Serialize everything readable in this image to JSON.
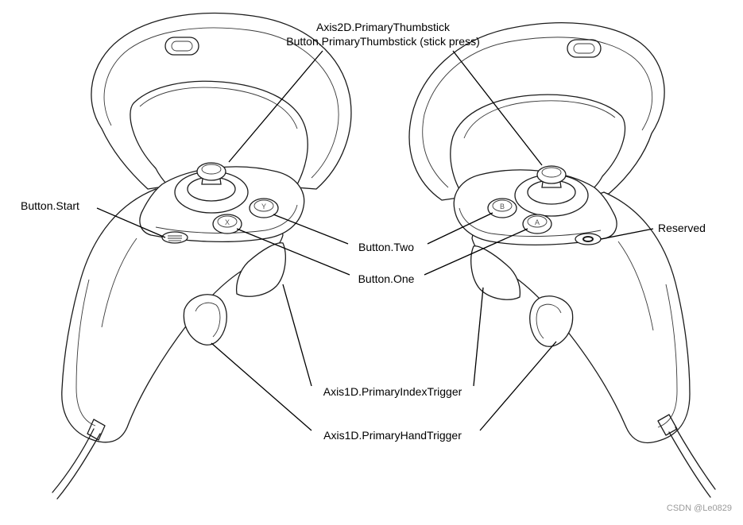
{
  "labels": {
    "thumbstick_axis": "Axis2D.PrimaryThumbstick",
    "thumbstick_button": "Button.PrimaryThumbstick (stick press)",
    "start": "Button.Start",
    "reserved": "Reserved",
    "two": "Button.Two",
    "one": "Button.One",
    "index_trigger": "Axis1D.PrimaryIndexTrigger",
    "hand_trigger": "Axis1D.PrimaryHandTrigger"
  },
  "watermark": "CSDN @Le0829",
  "button_glyphs": {
    "left_upper": "Y",
    "left_lower": "X",
    "right_upper": "B",
    "right_lower": "A"
  },
  "colors": {
    "line": "#000000",
    "outline": "#1c1c1c",
    "background": "#ffffff",
    "watermark": "#9a9a9a"
  }
}
